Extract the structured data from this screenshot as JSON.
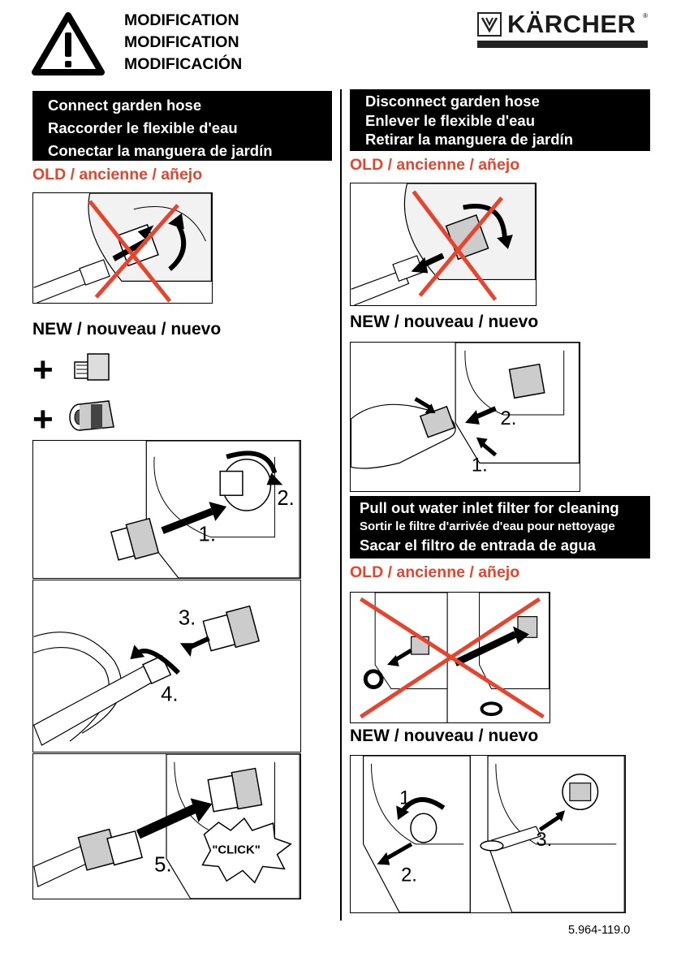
{
  "header": {
    "titles": [
      "MODIFICATION",
      "MODIFICATION",
      "MODIFICACIÓN"
    ],
    "brand": "KÄRCHER",
    "brand_reg": "®"
  },
  "left": {
    "box_lines": [
      "Connect garden hose",
      "Raccorder le flexible d'eau",
      "Conectar la manguera de jardín"
    ],
    "old_label": "OLD / ancienne / añejo",
    "new_label": "NEW / nouveau / nuevo",
    "steps": {
      "s1": "1.",
      "s2": "2.",
      "s3": "3.",
      "s4": "4.",
      "s5": "5.",
      "click": "\"CLICK\""
    }
  },
  "right": {
    "box1_lines": [
      "Disconnect garden hose",
      "Enlever le flexible d'eau",
      "Retirar la manguera de jardín"
    ],
    "old_label_1": "OLD / ancienne / añejo",
    "new_label_1": "NEW / nouveau / nuevo",
    "box2_lines": [
      "Pull out water inlet filter for cleaning",
      "Sortir le filtre d'arrivée d'eau pour nettoyage",
      "Sacar el filtro de entrada de agua"
    ],
    "old_label_2": "OLD / ancienne / añejo",
    "new_label_2": "NEW / nouveau / nuevo",
    "steps": {
      "s1": "1.",
      "s2": "2.",
      "s3": "3."
    }
  },
  "footer": {
    "code": "5.964-119.0"
  },
  "colors": {
    "accent_red": "#e8432c",
    "black": "#000000"
  }
}
